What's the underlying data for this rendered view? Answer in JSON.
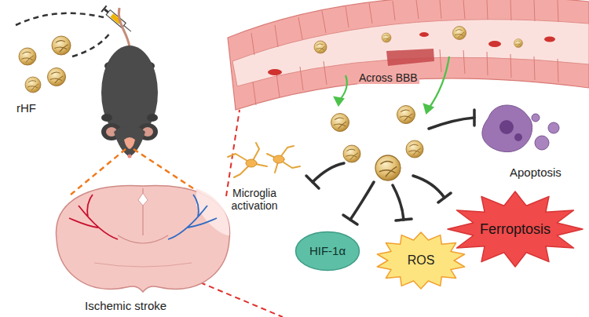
{
  "diagram": {
    "nodes": [
      {
        "text": [
          "HIF-1α"
        ]
      },
      {
        "text": [
          "ROS"
        ]
      },
      {
        "text": [
          "Ferroptosis"
        ]
      }
    ],
    "labels": [
      "rHF",
      "Across BBB",
      "Microglia activation",
      "Apoptosis",
      "Ischemic stroke"
    ]
  }
}
